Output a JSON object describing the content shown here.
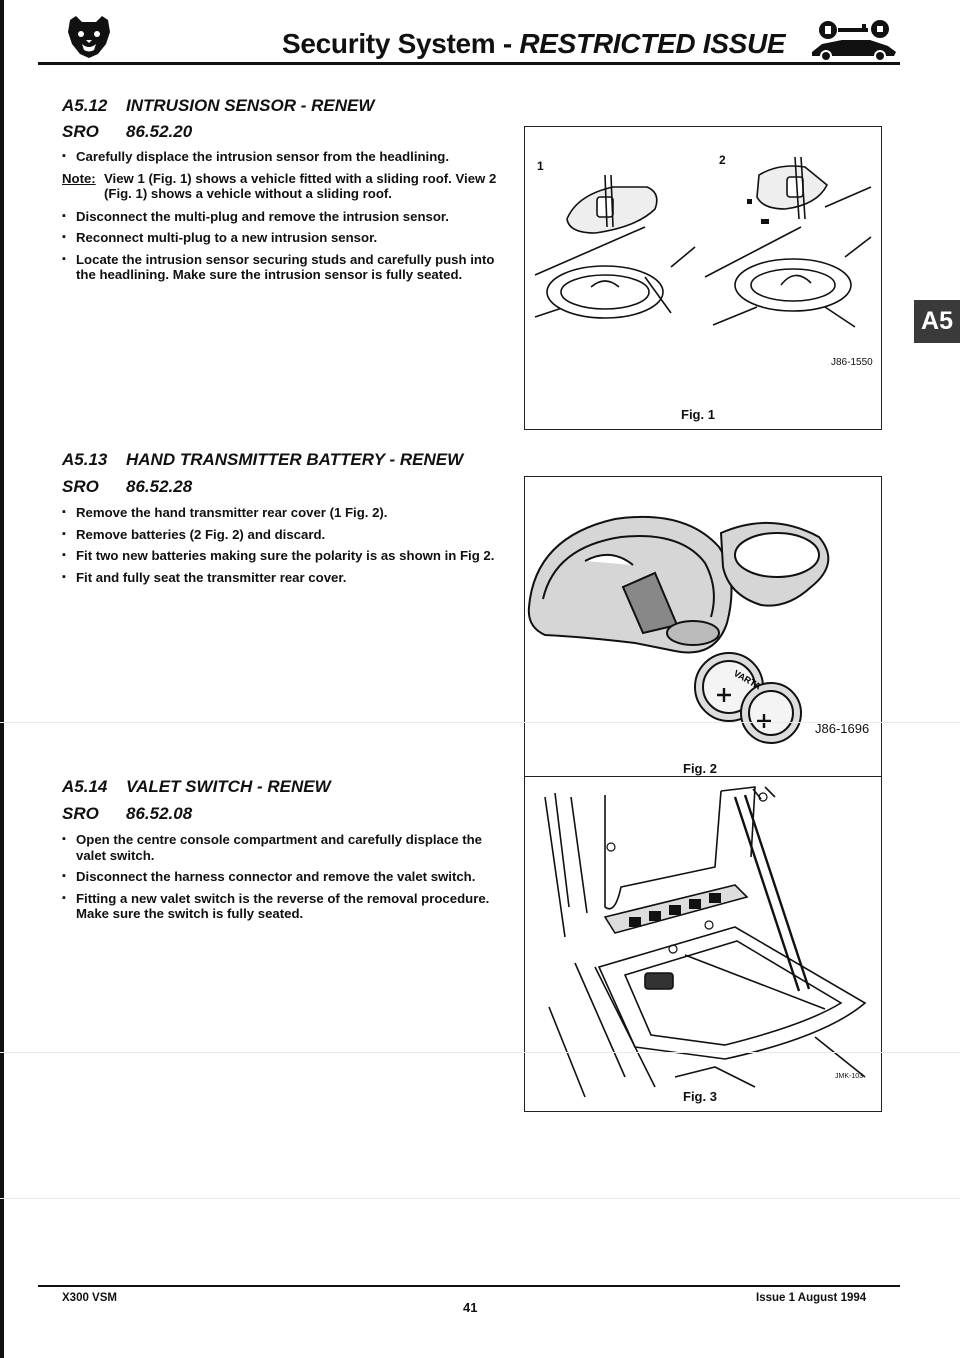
{
  "header": {
    "title_main": "Security System - ",
    "title_italic": "RESTRICTED ISSUE",
    "logo_icon": "jaguar-head-icon",
    "key_icon": "car-key-icon"
  },
  "side_tab": "A5",
  "sections": [
    {
      "number": "A5.12",
      "title": "INTRUSION SENSOR - RENEW",
      "sro_label": "SRO",
      "sro_code": "86.52.20",
      "steps_a": [
        "Carefully displace the intrusion sensor from the headlin­ing."
      ],
      "note_label": "Note:",
      "note_text": "View 1 (Fig. 1) shows a vehicle fitted with a sliding roof. View 2 (Fig. 1) shows a vehicle without a sliding roof.",
      "steps_b": [
        "Disconnect the multi-plug and remove the intrusion sen­sor.",
        "Reconnect multi-plug to a new intrusion sensor.",
        "Locate the intrusion sensor securing studs and carefully push into the headlining. Make sure the intrusion sensor is fully seated."
      ]
    },
    {
      "number": "A5.13",
      "title": "HAND TRANSMITTER BATTERY - RENEW",
      "sro_label": "SRO",
      "sro_code": "86.52.28",
      "steps": [
        "Remove the hand transmitter rear cover (1 Fig. 2).",
        "Remove batteries (2 Fig. 2) and discard.",
        "Fit two new batteries making sure the polarity is as shown in Fig 2.",
        "Fit and fully seat the transmitter rear cover."
      ]
    },
    {
      "number": "A5.14",
      "title": "VALET SWITCH - RENEW",
      "sro_label": "SRO",
      "sro_code": "86.52.08",
      "steps": [
        "Open the centre console compartment and carefully dis­place the valet switch.",
        "Disconnect the harness connector and remove the valet switch.",
        "Fitting a new valet switch is the reverse of the removal pro­cedure. Make sure the switch is fully seated."
      ]
    }
  ],
  "figures": [
    {
      "caption": "Fig. 1",
      "ref": "J86-1550",
      "view_labels": [
        "1",
        "2"
      ]
    },
    {
      "caption": "Fig. 2",
      "ref": "J86-1696",
      "battery_brand": "VARTA"
    },
    {
      "caption": "Fig. 3",
      "ref": "JMK-103"
    }
  ],
  "footer": {
    "left": "X300 VSM",
    "page": "41",
    "right": "Issue 1 August 1994"
  }
}
